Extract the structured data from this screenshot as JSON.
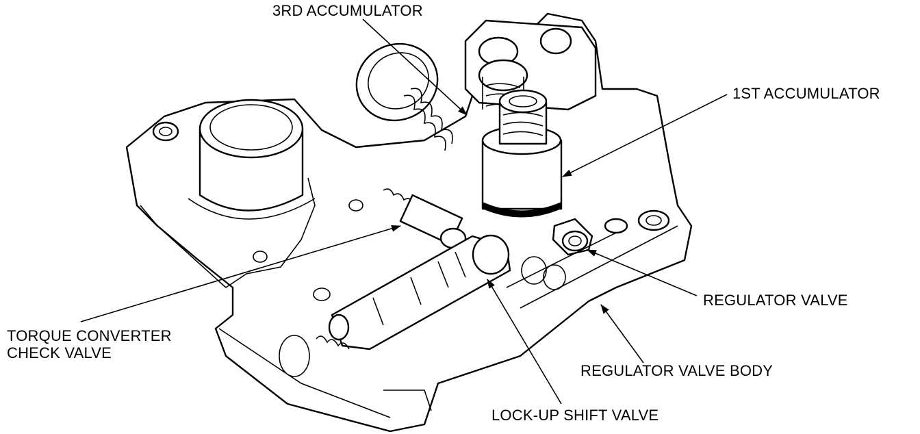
{
  "labels": {
    "third_accumulator": "3RD ACCUMULATOR",
    "first_accumulator": "1ST ACCUMULATOR",
    "torque_converter_line1": "TORQUE CONVERTER",
    "torque_converter_line2": "CHECK VALVE",
    "regulator_valve": "REGULATOR VALVE",
    "regulator_valve_body": "REGULATOR VALVE BODY",
    "lock_up_shift_valve": "LOCK-UP SHIFT VALVE"
  },
  "colors": {
    "line": "#000000",
    "background": "#ffffff"
  }
}
